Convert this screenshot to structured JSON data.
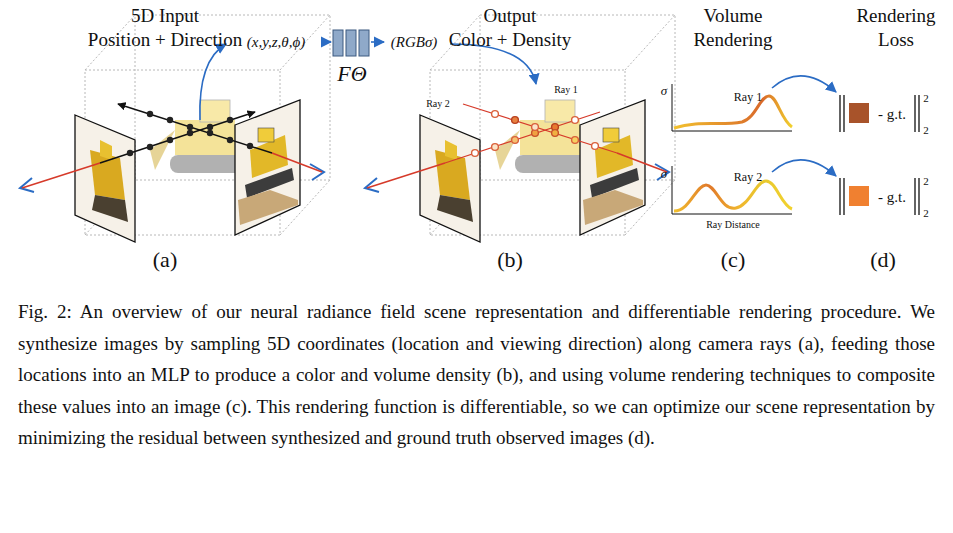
{
  "diagram": {
    "caption": "Fig. 2: An overview of our neural radiance field scene representation and differentiable rendering procedure. We synthesize images by sampling 5D coordinates (location and viewing direction) along camera rays (a), feeding those locations into an MLP to produce a color and volume density (b), and using volume rendering techniques to composite these values into an image (c). This rendering function is differentiable, so we can optimize our scene representation by minimizing the residual between synthesized and ground truth observed images (d).",
    "labels": [
      "5D Input",
      "Position + Direction",
      "(x,y,z,θ,ϕ)",
      "FΘ",
      "(RGBσ)",
      "Output",
      "Color + Density",
      "Volume",
      "Rendering",
      "Rendering",
      "Loss",
      "Ray 2",
      "Ray 1",
      "σ",
      "Ray 1",
      "σ",
      "Ray 2",
      "Ray Distance",
      "- g.t.",
      "2",
      "2",
      "- g.t.",
      "2",
      "2",
      "(a)",
      "(b)",
      "(c)",
      "(d)"
    ]
  }
}
